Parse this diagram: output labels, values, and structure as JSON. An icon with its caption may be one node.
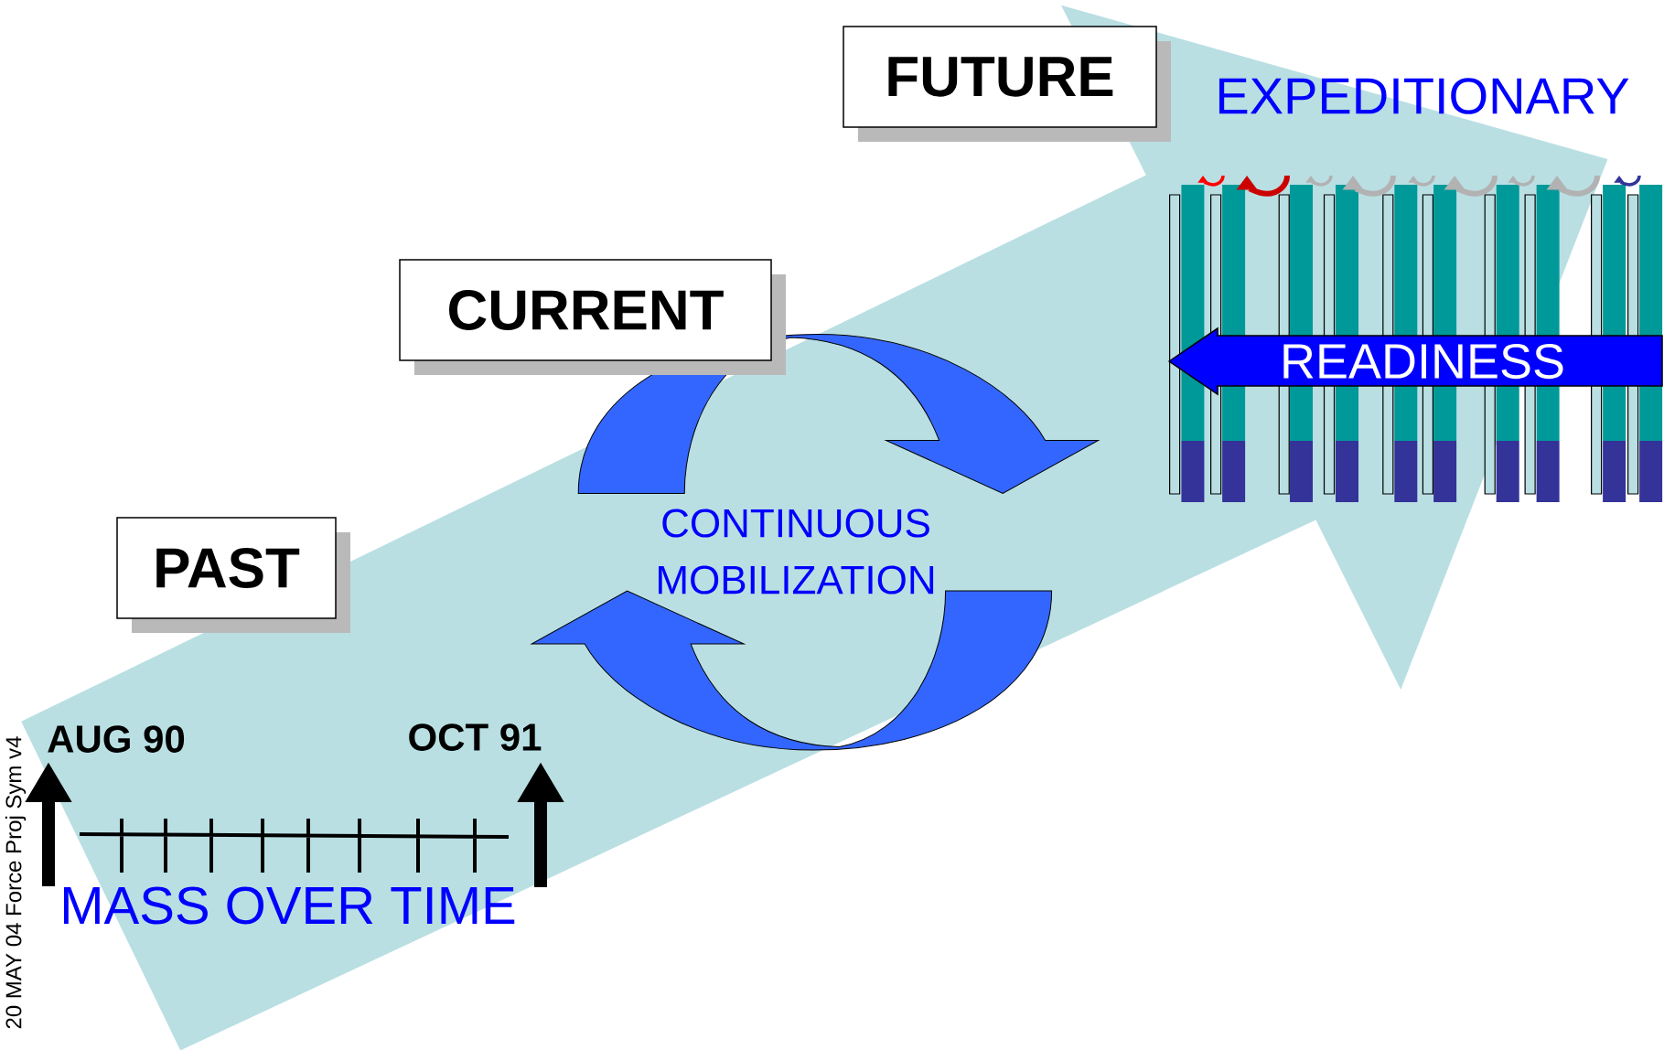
{
  "diagram": {
    "nodes": [
      {
        "text": [
          "PAST"
        ]
      },
      {
        "text": [
          "CURRENT"
        ]
      },
      {
        "text": [
          "FUTURE"
        ]
      },
      {
        "text": [
          "READINESS"
        ]
      }
    ],
    "labels": [
      "EXPEDITIONARY",
      "CONTINUOUS MOBILIZATION",
      "AUG 90",
      "OCT 91",
      "MASS OVER TIME",
      "20 MAY 04 Force Proj Sym v4"
    ]
  }
}
